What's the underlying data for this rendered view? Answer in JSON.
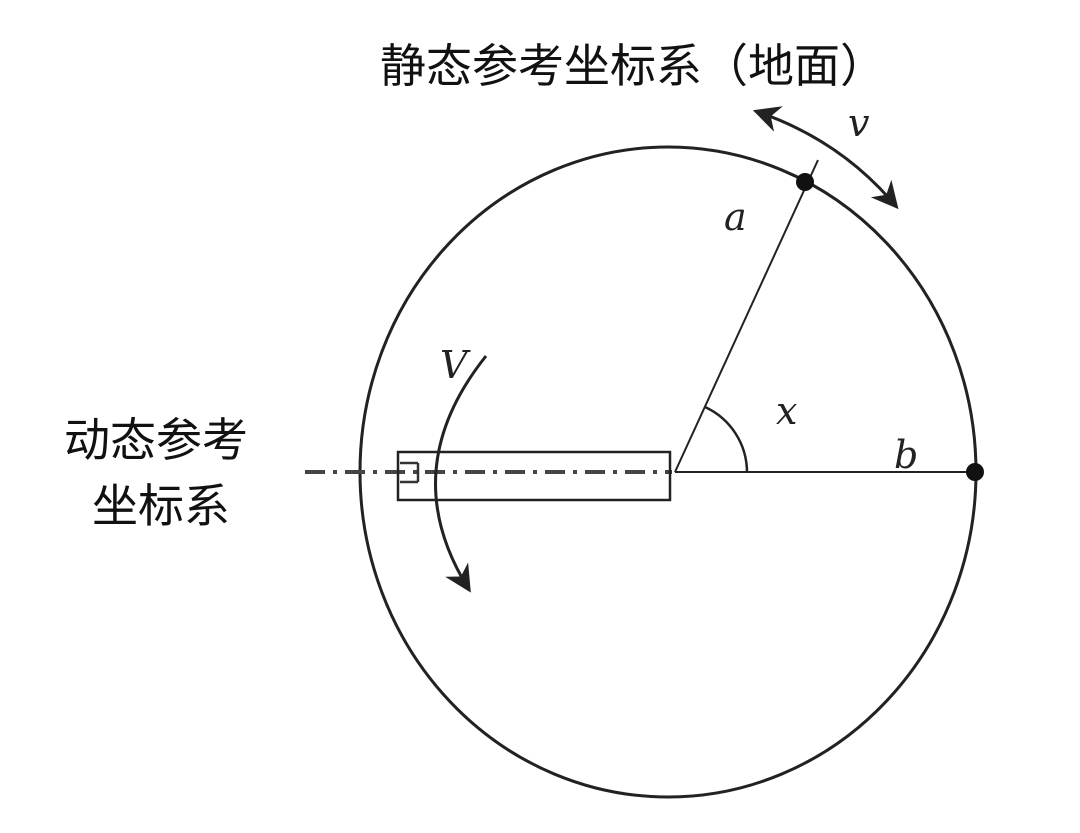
{
  "title_static": "静态参考坐标系（地面）",
  "title_dynamic_line1": "动态参考",
  "title_dynamic_line2": "坐标系",
  "labels": {
    "a": "a",
    "b": "b",
    "x": "x",
    "v": "v",
    "V": "V"
  },
  "colors": {
    "line": "#222222",
    "background": "#ffffff"
  }
}
